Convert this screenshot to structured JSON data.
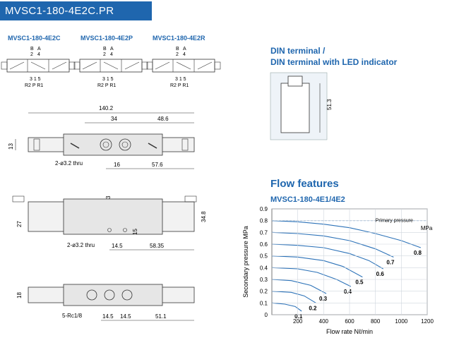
{
  "header": {
    "title": "MVSC1-180-4E2C.PR"
  },
  "variants": [
    {
      "label": "MVSC1-180-4E2C",
      "top_ports": "B  A\n2  4",
      "bottom_ports": "3 1 5",
      "port_names": "R2 P R1"
    },
    {
      "label": "MVSC1-180-4E2P",
      "top_ports": "B  A\n2  4",
      "bottom_ports": "3 1 5",
      "port_names": "R2 P R1"
    },
    {
      "label": "MVSC1-180-4E2R",
      "top_ports": "B  A\n2  4",
      "bottom_ports": "3 1 5",
      "port_names": "R2 P R1"
    }
  ],
  "port_top_b": "B",
  "port_top_a": "A",
  "port_num_2": "2",
  "port_num_4": "4",
  "port_bottom_nums": "3 1 5",
  "port_bottom_names": "R2 P R1",
  "din": {
    "title_line1": "DIN terminal /",
    "title_line2": "DIN terminal with LED indicator",
    "dim": "51.3"
  },
  "drawing1": {
    "overall": "140.2",
    "d34": "34",
    "d48_6": "48.6",
    "left": "13",
    "hole": "2-ø3.2 thru",
    "d16": "16",
    "d57_6": "57.6"
  },
  "drawing2": {
    "d3": "3",
    "d27": "27",
    "d34_8": "34.8",
    "d15": "15",
    "hole": "2-ø3.2 thru",
    "d14_5": "14.5",
    "d58_35": "58.35"
  },
  "drawing3": {
    "d18": "18",
    "ports": "5-Rc1/8",
    "d14_5a": "14.5",
    "d14_5b": "14.5",
    "d51_1": "51.1"
  },
  "flow": {
    "section_title": "Flow features",
    "model": "MVSC1-180-4E1/4E2",
    "primary_label": "Primary pressure",
    "unit_label": "MPa"
  },
  "chart_data": {
    "type": "line",
    "xlabel": "Flow rate  Nℓ/min",
    "ylabel": "Secondary pressure  MPa",
    "xlim": [
      0,
      1200
    ],
    "ylim": [
      0,
      0.9
    ],
    "x_ticks": [
      "200",
      "400",
      "600",
      "800",
      "1000",
      "1200"
    ],
    "y_ticks": [
      "0",
      "0.1",
      "0.2",
      "0.3",
      "0.4",
      "0.5",
      "0.6",
      "0.7",
      "0.8",
      "0.9"
    ],
    "grid": true,
    "series": [
      {
        "name": "0.8",
        "x": [
          0,
          200,
          400,
          600,
          800,
          1000,
          1150
        ],
        "y": [
          0.8,
          0.79,
          0.77,
          0.74,
          0.69,
          0.63,
          0.57
        ]
      },
      {
        "name": "0.7",
        "x": [
          0,
          200,
          400,
          600,
          800,
          940
        ],
        "y": [
          0.7,
          0.69,
          0.67,
          0.63,
          0.56,
          0.49
        ]
      },
      {
        "name": "0.6",
        "x": [
          0,
          200,
          400,
          600,
          750,
          860
        ],
        "y": [
          0.6,
          0.59,
          0.57,
          0.52,
          0.46,
          0.39
        ]
      },
      {
        "name": "0.5",
        "x": [
          0,
          200,
          400,
          550,
          700
        ],
        "y": [
          0.5,
          0.49,
          0.46,
          0.41,
          0.32
        ]
      },
      {
        "name": "0.4",
        "x": [
          0,
          200,
          350,
          500,
          610
        ],
        "y": [
          0.4,
          0.39,
          0.36,
          0.3,
          0.24
        ]
      },
      {
        "name": "0.3",
        "x": [
          0,
          150,
          300,
          420
        ],
        "y": [
          0.3,
          0.29,
          0.25,
          0.18
        ]
      },
      {
        "name": "0.2",
        "x": [
          0,
          150,
          250,
          340
        ],
        "y": [
          0.2,
          0.19,
          0.16,
          0.1
        ]
      },
      {
        "name": "0.1",
        "x": [
          0,
          100,
          180,
          230
        ],
        "y": [
          0.1,
          0.09,
          0.07,
          0.03
        ]
      }
    ],
    "primary_line": {
      "x": [
        0,
        1200
      ],
      "y": [
        0.8,
        0.8
      ]
    }
  }
}
